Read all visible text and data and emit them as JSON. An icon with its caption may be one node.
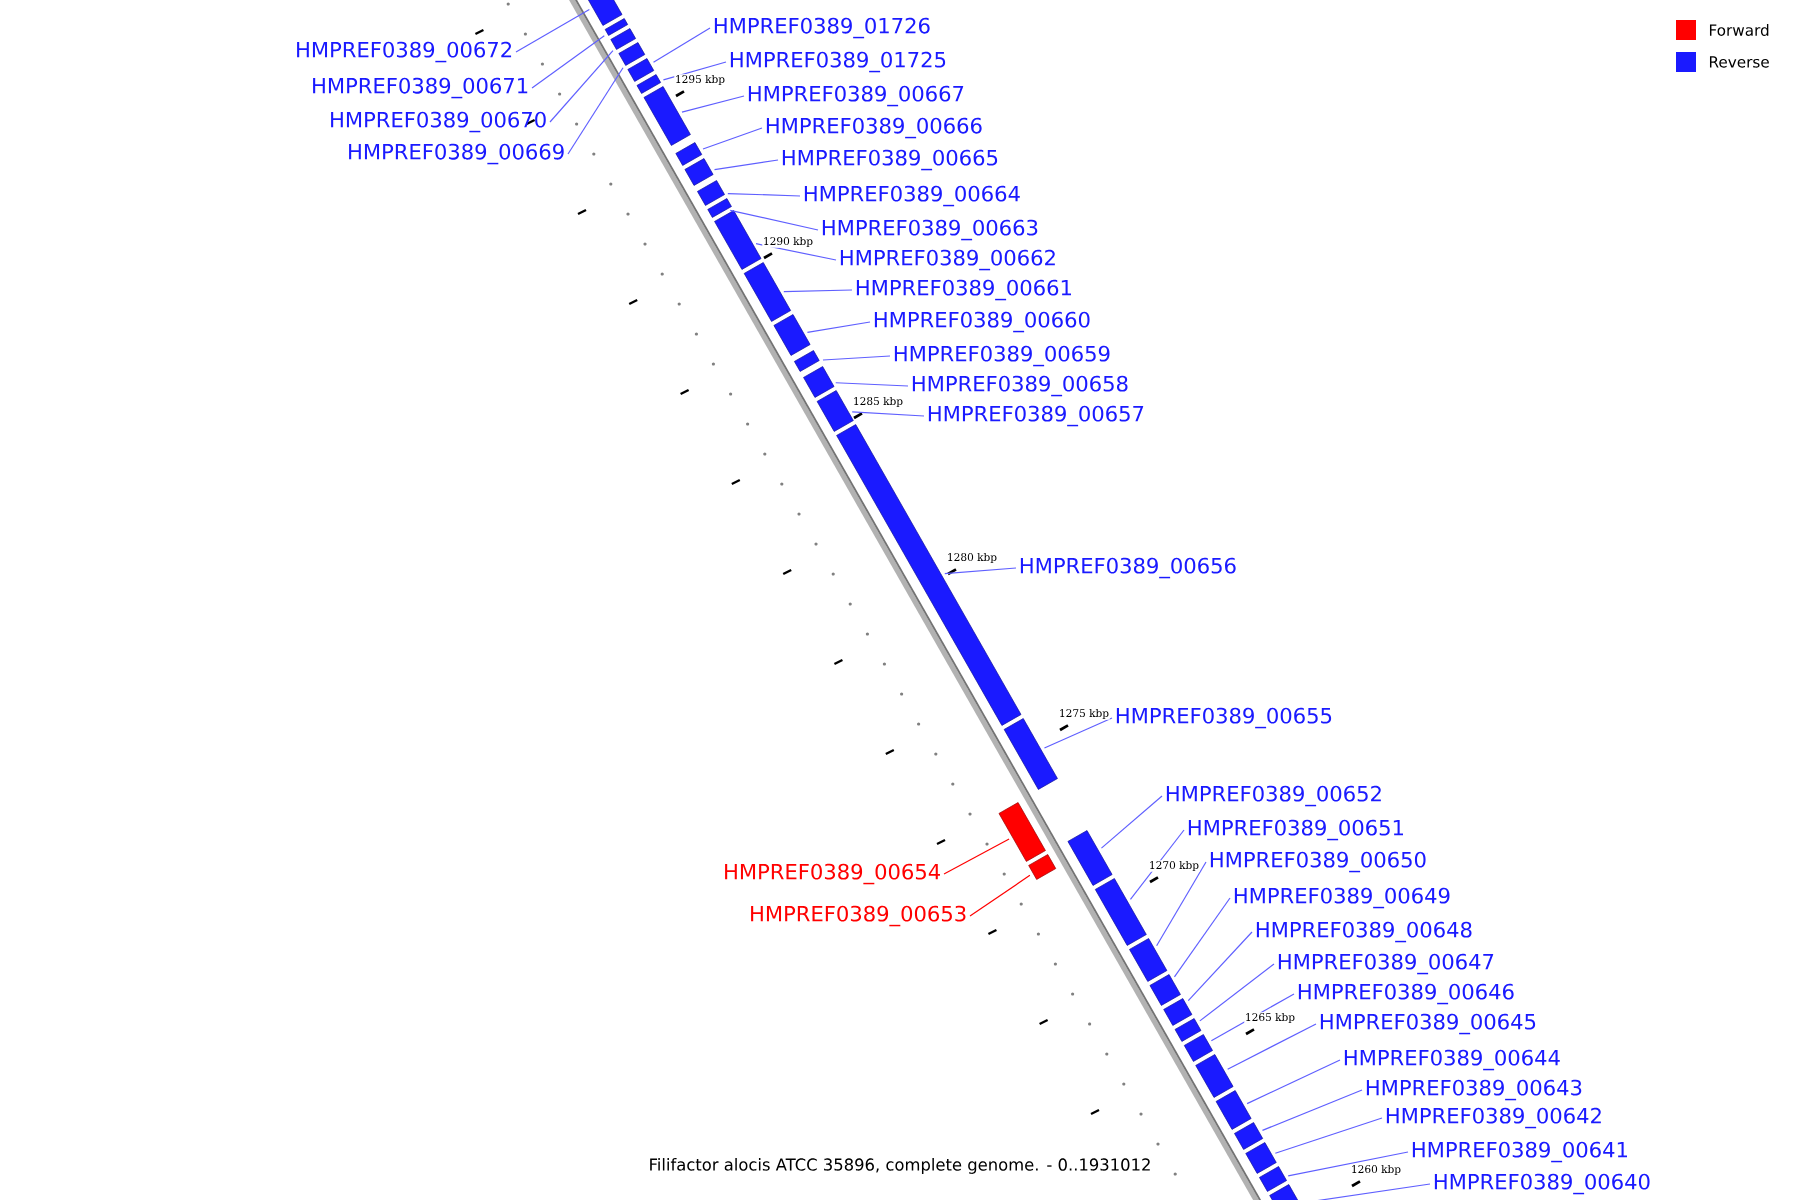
{
  "diagram": {
    "caption": "Filifactor alocis ATCC 35896, complete genome. - 0..1931012",
    "nodes": [
      {
        "text": [
          "HMPREF0389_00672"
        ]
      },
      {
        "text": [
          "HMPREF0389_00671"
        ]
      },
      {
        "text": [
          "HMPREF0389_00670"
        ]
      },
      {
        "text": [
          "HMPREF0389_00669"
        ]
      },
      {
        "text": [
          "HMPREF0389_01726"
        ]
      },
      {
        "text": [
          "HMPREF0389_01725"
        ]
      },
      {
        "text": [
          "HMPREF0389_00667"
        ]
      },
      {
        "text": [
          "HMPREF0389_00666"
        ]
      },
      {
        "text": [
          "HMPREF0389_00665"
        ]
      },
      {
        "text": [
          "HMPREF0389_00664"
        ]
      },
      {
        "text": [
          "HMPREF0389_00663"
        ]
      },
      {
        "text": [
          "HMPREF0389_00662"
        ]
      },
      {
        "text": [
          "HMPREF0389_00661"
        ]
      },
      {
        "text": [
          "HMPREF0389_00660"
        ]
      },
      {
        "text": [
          "HMPREF0389_00659"
        ]
      },
      {
        "text": [
          "HMPREF0389_00658"
        ]
      },
      {
        "text": [
          "HMPREF0389_00657"
        ]
      },
      {
        "text": [
          "HMPREF0389_00656"
        ]
      },
      {
        "text": [
          "HMPREF0389_00655"
        ]
      },
      {
        "text": [
          "HMPREF0389_00652"
        ]
      },
      {
        "text": [
          "HMPREF0389_00651"
        ]
      },
      {
        "text": [
          "HMPREF0389_00654"
        ]
      },
      {
        "text": [
          "HMPREF0389_00650"
        ]
      },
      {
        "text": [
          "HMPREF0389_00653"
        ]
      },
      {
        "text": [
          "HMPREF0389_00649"
        ]
      },
      {
        "text": [
          "HMPREF0389_00648"
        ]
      },
      {
        "text": [
          "HMPREF0389_00647"
        ]
      },
      {
        "text": [
          "HMPREF0389_00646"
        ]
      },
      {
        "text": [
          "HMPREF0389_00645"
        ]
      },
      {
        "text": [
          "HMPREF0389_00644"
        ]
      },
      {
        "text": [
          "HMPREF0389_00643"
        ]
      },
      {
        "text": [
          "HMPREF0389_00642"
        ]
      },
      {
        "text": [
          "HMPREF0389_00641"
        ]
      },
      {
        "text": [
          "HMPREF0389_00640"
        ]
      },
      {
        "text": [],
        "shape": "bar"
      },
      {
        "text": [],
        "shape": "bar"
      },
      {
        "text": [],
        "shape": "bar"
      },
      {
        "text": [],
        "shape": "bar"
      },
      {
        "text": [],
        "shape": "bar"
      },
      {
        "text": [],
        "shape": "bar"
      },
      {
        "text": [],
        "shape": "bar"
      },
      {
        "text": [],
        "shape": "bar"
      },
      {
        "text": [],
        "shape": "bar"
      },
      {
        "text": [],
        "shape": "bar"
      },
      {
        "text": [],
        "shape": "bar"
      },
      {
        "text": [],
        "shape": "bar"
      },
      {
        "text": [],
        "shape": "bar"
      },
      {
        "text": [],
        "shape": "bar"
      },
      {
        "text": [],
        "shape": "bar"
      },
      {
        "text": [],
        "shape": "bar"
      },
      {
        "text": [],
        "shape": "bar"
      },
      {
        "text": [],
        "shape": "bar"
      },
      {
        "text": [],
        "shape": "bar"
      },
      {
        "text": [],
        "shape": "bar"
      },
      {
        "text": [],
        "shape": "bar"
      },
      {
        "text": [],
        "shape": "bar"
      },
      {
        "text": [],
        "shape": "bar"
      },
      {
        "text": [],
        "shape": "bar"
      },
      {
        "text": [],
        "shape": "bar"
      },
      {
        "text": [],
        "shape": "bar"
      },
      {
        "text": [],
        "shape": "bar"
      },
      {
        "text": [],
        "shape": "bar"
      },
      {
        "text": [],
        "shape": "bar"
      },
      {
        "text": [],
        "shape": "bar"
      },
      {
        "text": [],
        "shape": "bar"
      },
      {
        "text": [],
        "shape": "bar"
      },
      {
        "text": [],
        "shape": "bar"
      },
      {
        "text": [],
        "shape": "bar"
      }
    ],
    "edges": [
      {
        "from": 0,
        "to": 34,
        "arrow": "none"
      },
      {
        "from": 1,
        "to": 35,
        "arrow": "none"
      },
      {
        "from": 2,
        "to": 36,
        "arrow": "none"
      },
      {
        "from": 3,
        "to": 37,
        "arrow": "none"
      },
      {
        "from": 4,
        "to": 38,
        "arrow": "none"
      },
      {
        "from": 5,
        "to": 39,
        "arrow": "none"
      },
      {
        "from": 6,
        "to": 40,
        "arrow": "none"
      },
      {
        "from": 7,
        "to": 41,
        "arrow": "none"
      },
      {
        "from": 8,
        "to": 42,
        "arrow": "none"
      },
      {
        "from": 9,
        "to": 43,
        "arrow": "none"
      },
      {
        "from": 10,
        "to": 44,
        "arrow": "none"
      },
      {
        "from": 11,
        "to": 45,
        "arrow": "none"
      },
      {
        "from": 12,
        "to": 46,
        "arrow": "none"
      },
      {
        "from": 13,
        "to": 47,
        "arrow": "none"
      },
      {
        "from": 14,
        "to": 48,
        "arrow": "none"
      },
      {
        "from": 15,
        "to": 49,
        "arrow": "none"
      },
      {
        "from": 16,
        "to": 50,
        "arrow": "none"
      },
      {
        "from": 17,
        "to": 51,
        "arrow": "none"
      },
      {
        "from": 18,
        "to": 52,
        "arrow": "none"
      },
      {
        "from": 19,
        "to": 54,
        "arrow": "none"
      },
      {
        "from": 20,
        "to": 56,
        "arrow": "none"
      },
      {
        "from": 21,
        "to": 53,
        "arrow": "none",
        "color": "#ff0000"
      },
      {
        "from": 22,
        "to": 57,
        "arrow": "none"
      },
      {
        "from": 23,
        "to": 55,
        "arrow": "none",
        "color": "#ff0000"
      },
      {
        "from": 24,
        "to": 58,
        "arrow": "none"
      },
      {
        "from": 25,
        "to": 59,
        "arrow": "none"
      },
      {
        "from": 26,
        "to": 60,
        "arrow": "none"
      },
      {
        "from": 27,
        "to": 61,
        "arrow": "none"
      },
      {
        "from": 28,
        "to": 62,
        "arrow": "none"
      },
      {
        "from": 29,
        "to": 63,
        "arrow": "none"
      },
      {
        "from": 30,
        "to": 64,
        "arrow": "none"
      },
      {
        "from": 31,
        "to": 65,
        "arrow": "none"
      },
      {
        "from": 32,
        "to": 66,
        "arrow": "none"
      },
      {
        "from": 33,
        "to": 67,
        "arrow": "none"
      }
    ],
    "labels": [
      "1295 kbp",
      "1290 kbp",
      "1285 kbp",
      "1280 kbp",
      "1275 kbp",
      "1270 kbp",
      "1265 kbp",
      "1260 kbp"
    ],
    "legend": [
      {
        "text": "Forward",
        "color": "#ff0000"
      },
      {
        "text": "Reverse",
        "color": "#1a1aff"
      }
    ]
  }
}
